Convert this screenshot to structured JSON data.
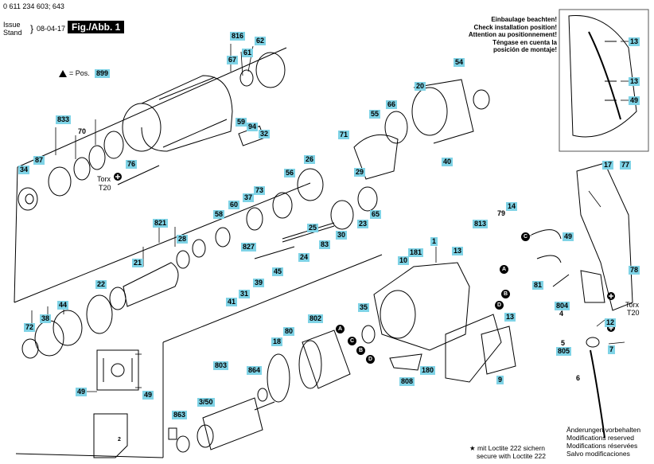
{
  "header": {
    "code": "0 611 234 603; 643",
    "issue_label": "Issue",
    "stand_label": "Stand",
    "date": "08-04-17",
    "fig_label": "Fig./Abb. 1"
  },
  "pos_note": {
    "text": "= Pos.",
    "value": "899"
  },
  "install_note": [
    "Einbaulage beachten!",
    "Check installation position!",
    "Attention au positionnement!",
    "Téngase en cuenta la",
    "posición de montaje!"
  ],
  "torx": {
    "label": "Torx",
    "size": "T20"
  },
  "loctite_note": [
    "★ mit Loctite 222 sichern",
    "secure with Loctite 222"
  ],
  "footer": [
    "Änderungen vorbehalten",
    "Modifications reserved",
    "Modifications réservées",
    "Salvo modificaciones"
  ],
  "parts": [
    "816",
    "62",
    "67",
    "61",
    "899",
    "833",
    "70",
    "59",
    "94",
    "32",
    "87",
    "34",
    "76",
    "54",
    "20",
    "66",
    "55",
    "71",
    "40",
    "26",
    "29",
    "56",
    "73",
    "37",
    "60",
    "58",
    "821",
    "28",
    "827",
    "25",
    "23",
    "65",
    "30",
    "83",
    "24",
    "21",
    "45",
    "39",
    "31",
    "41",
    "22",
    "44",
    "38",
    "72",
    "1",
    "181",
    "10",
    "813",
    "79",
    "14",
    "13",
    "17",
    "77",
    "49",
    "78",
    "81",
    "804",
    "4",
    "12",
    "5",
    "805",
    "7",
    "6",
    "35",
    "802",
    "80",
    "18",
    "803",
    "864",
    "3/50",
    "863",
    "808",
    "180",
    "9",
    "2"
  ],
  "letters": [
    "A",
    "B",
    "C",
    "D"
  ]
}
